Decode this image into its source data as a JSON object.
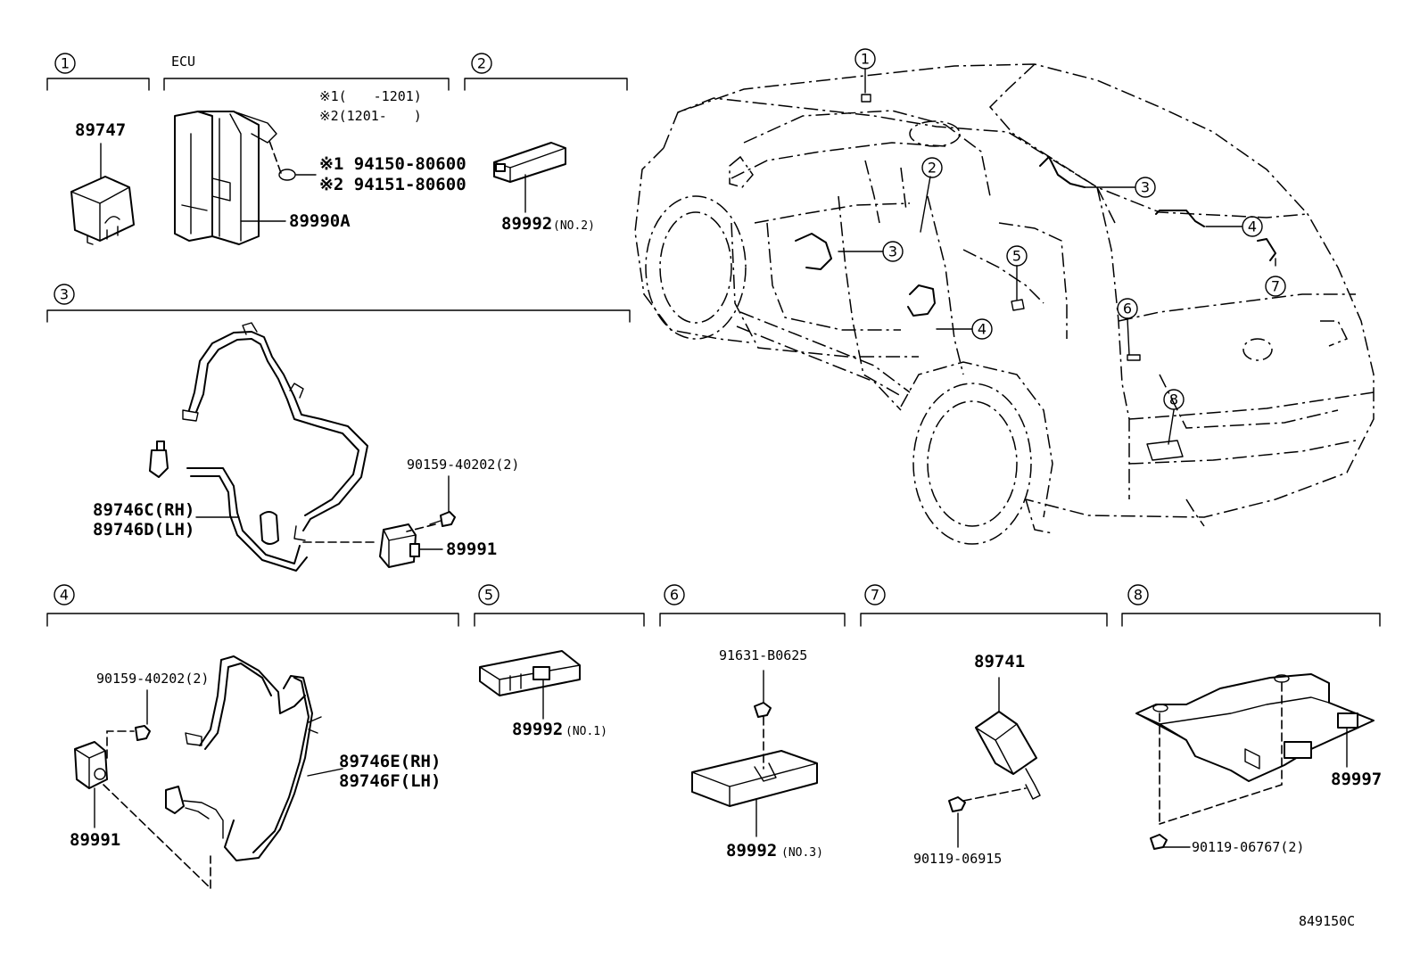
{
  "sections": {
    "s1": {
      "num": "1"
    },
    "ecu": {
      "label": "ECU"
    },
    "s2": {
      "num": "2"
    },
    "s3": {
      "num": "3"
    },
    "s4": {
      "num": "4"
    },
    "s5": {
      "num": "5"
    },
    "s6": {
      "num": "6"
    },
    "s7": {
      "num": "7"
    },
    "s8": {
      "num": "8"
    }
  },
  "notes": {
    "note1": "※1(　　-1201)",
    "note2": "※2(1201-　　)"
  },
  "parts": {
    "p89747": "89747",
    "p89990a": "89990A",
    "p94150": "※1 94150-80600",
    "p94151": "※2 94151-80600",
    "p89992_no2": "89992",
    "no2": "(NO.2)",
    "p90159_a": "90159-40202(2)",
    "p89746c": "89746C(RH)",
    "p89746d": "89746D(LH)",
    "p89991_a": "89991",
    "p90159_b": "90159-40202(2)",
    "p89746e": "89746E(RH)",
    "p89746f": "89746F(LH)",
    "p89991_b": "89991",
    "p89992_no1": "89992",
    "no1": "(NO.1)",
    "p91631": "91631-B0625",
    "p89992_no3": "89992",
    "no3": "(NO.3)",
    "p89741": "89741",
    "p90119_06915": "90119-06915",
    "p89997": "89997",
    "p90119_06767": "90119-06767(2)"
  },
  "vehicle_callouts": [
    "1",
    "2",
    "3",
    "3",
    "4",
    "4",
    "5",
    "6",
    "7",
    "8"
  ],
  "diagram_code": "849150C"
}
